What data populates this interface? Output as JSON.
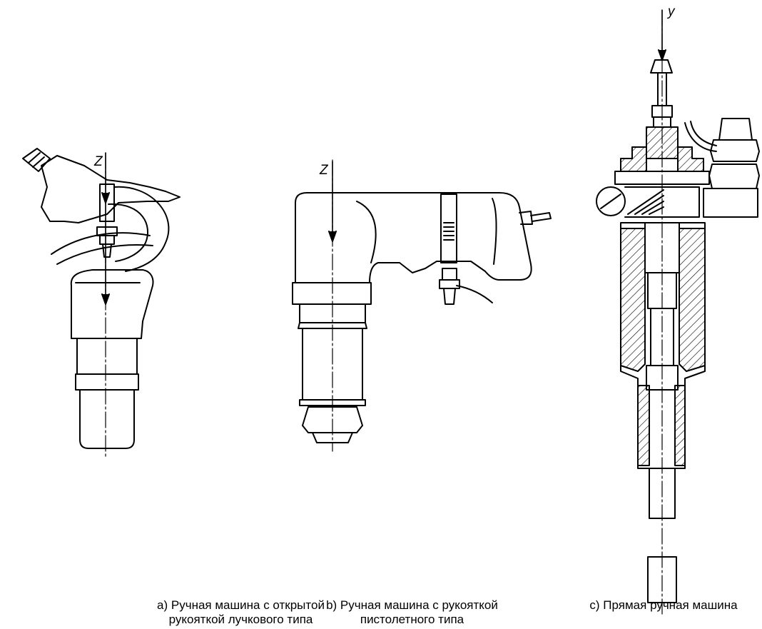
{
  "figures": [
    {
      "axis": "Z",
      "caption_line1": "a) Ручная машина с открытой",
      "caption_line2": "рукояткой лучкового типа"
    },
    {
      "axis": "Z",
      "caption_line1": "b) Ручная машина с рукояткой",
      "caption_line2": "пистолетного типа"
    },
    {
      "axis": "y",
      "caption_line1": "c) Прямая ручная машина",
      "caption_line2": ""
    }
  ]
}
